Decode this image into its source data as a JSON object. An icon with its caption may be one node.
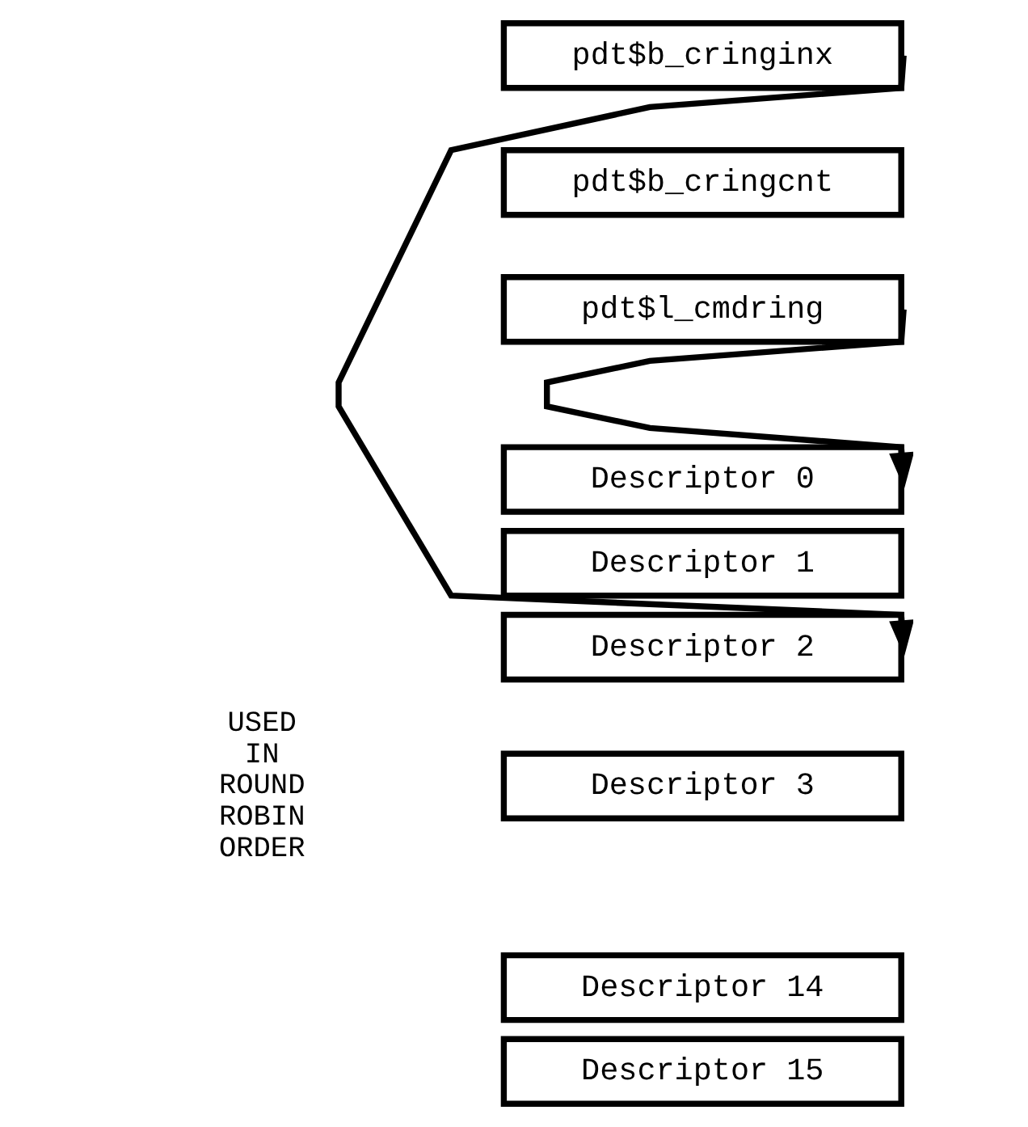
{
  "diagram": {
    "nodes": [
      {
        "text": [
          "pdt$b_cringinx"
        ]
      },
      {
        "text": [
          "pdt$b_cringcnt"
        ]
      },
      {
        "text": [
          "pdt$l_cmdring"
        ]
      },
      {
        "text": [
          "Descriptor 0"
        ]
      },
      {
        "text": [
          "Descriptor 1"
        ]
      },
      {
        "text": [
          "Descriptor 2"
        ]
      },
      {
        "text": [
          "Descriptor 3"
        ]
      },
      {
        "text": [
          "Descriptor 14"
        ]
      },
      {
        "text": [
          "Descriptor 15"
        ]
      }
    ],
    "edges": [
      {
        "from": 0,
        "to": 5,
        "arrow": "to"
      },
      {
        "from": 2,
        "to": 3,
        "arrow": "to"
      }
    ],
    "labels": [
      "USED IN ROUND ROBIN ORDER"
    ]
  }
}
